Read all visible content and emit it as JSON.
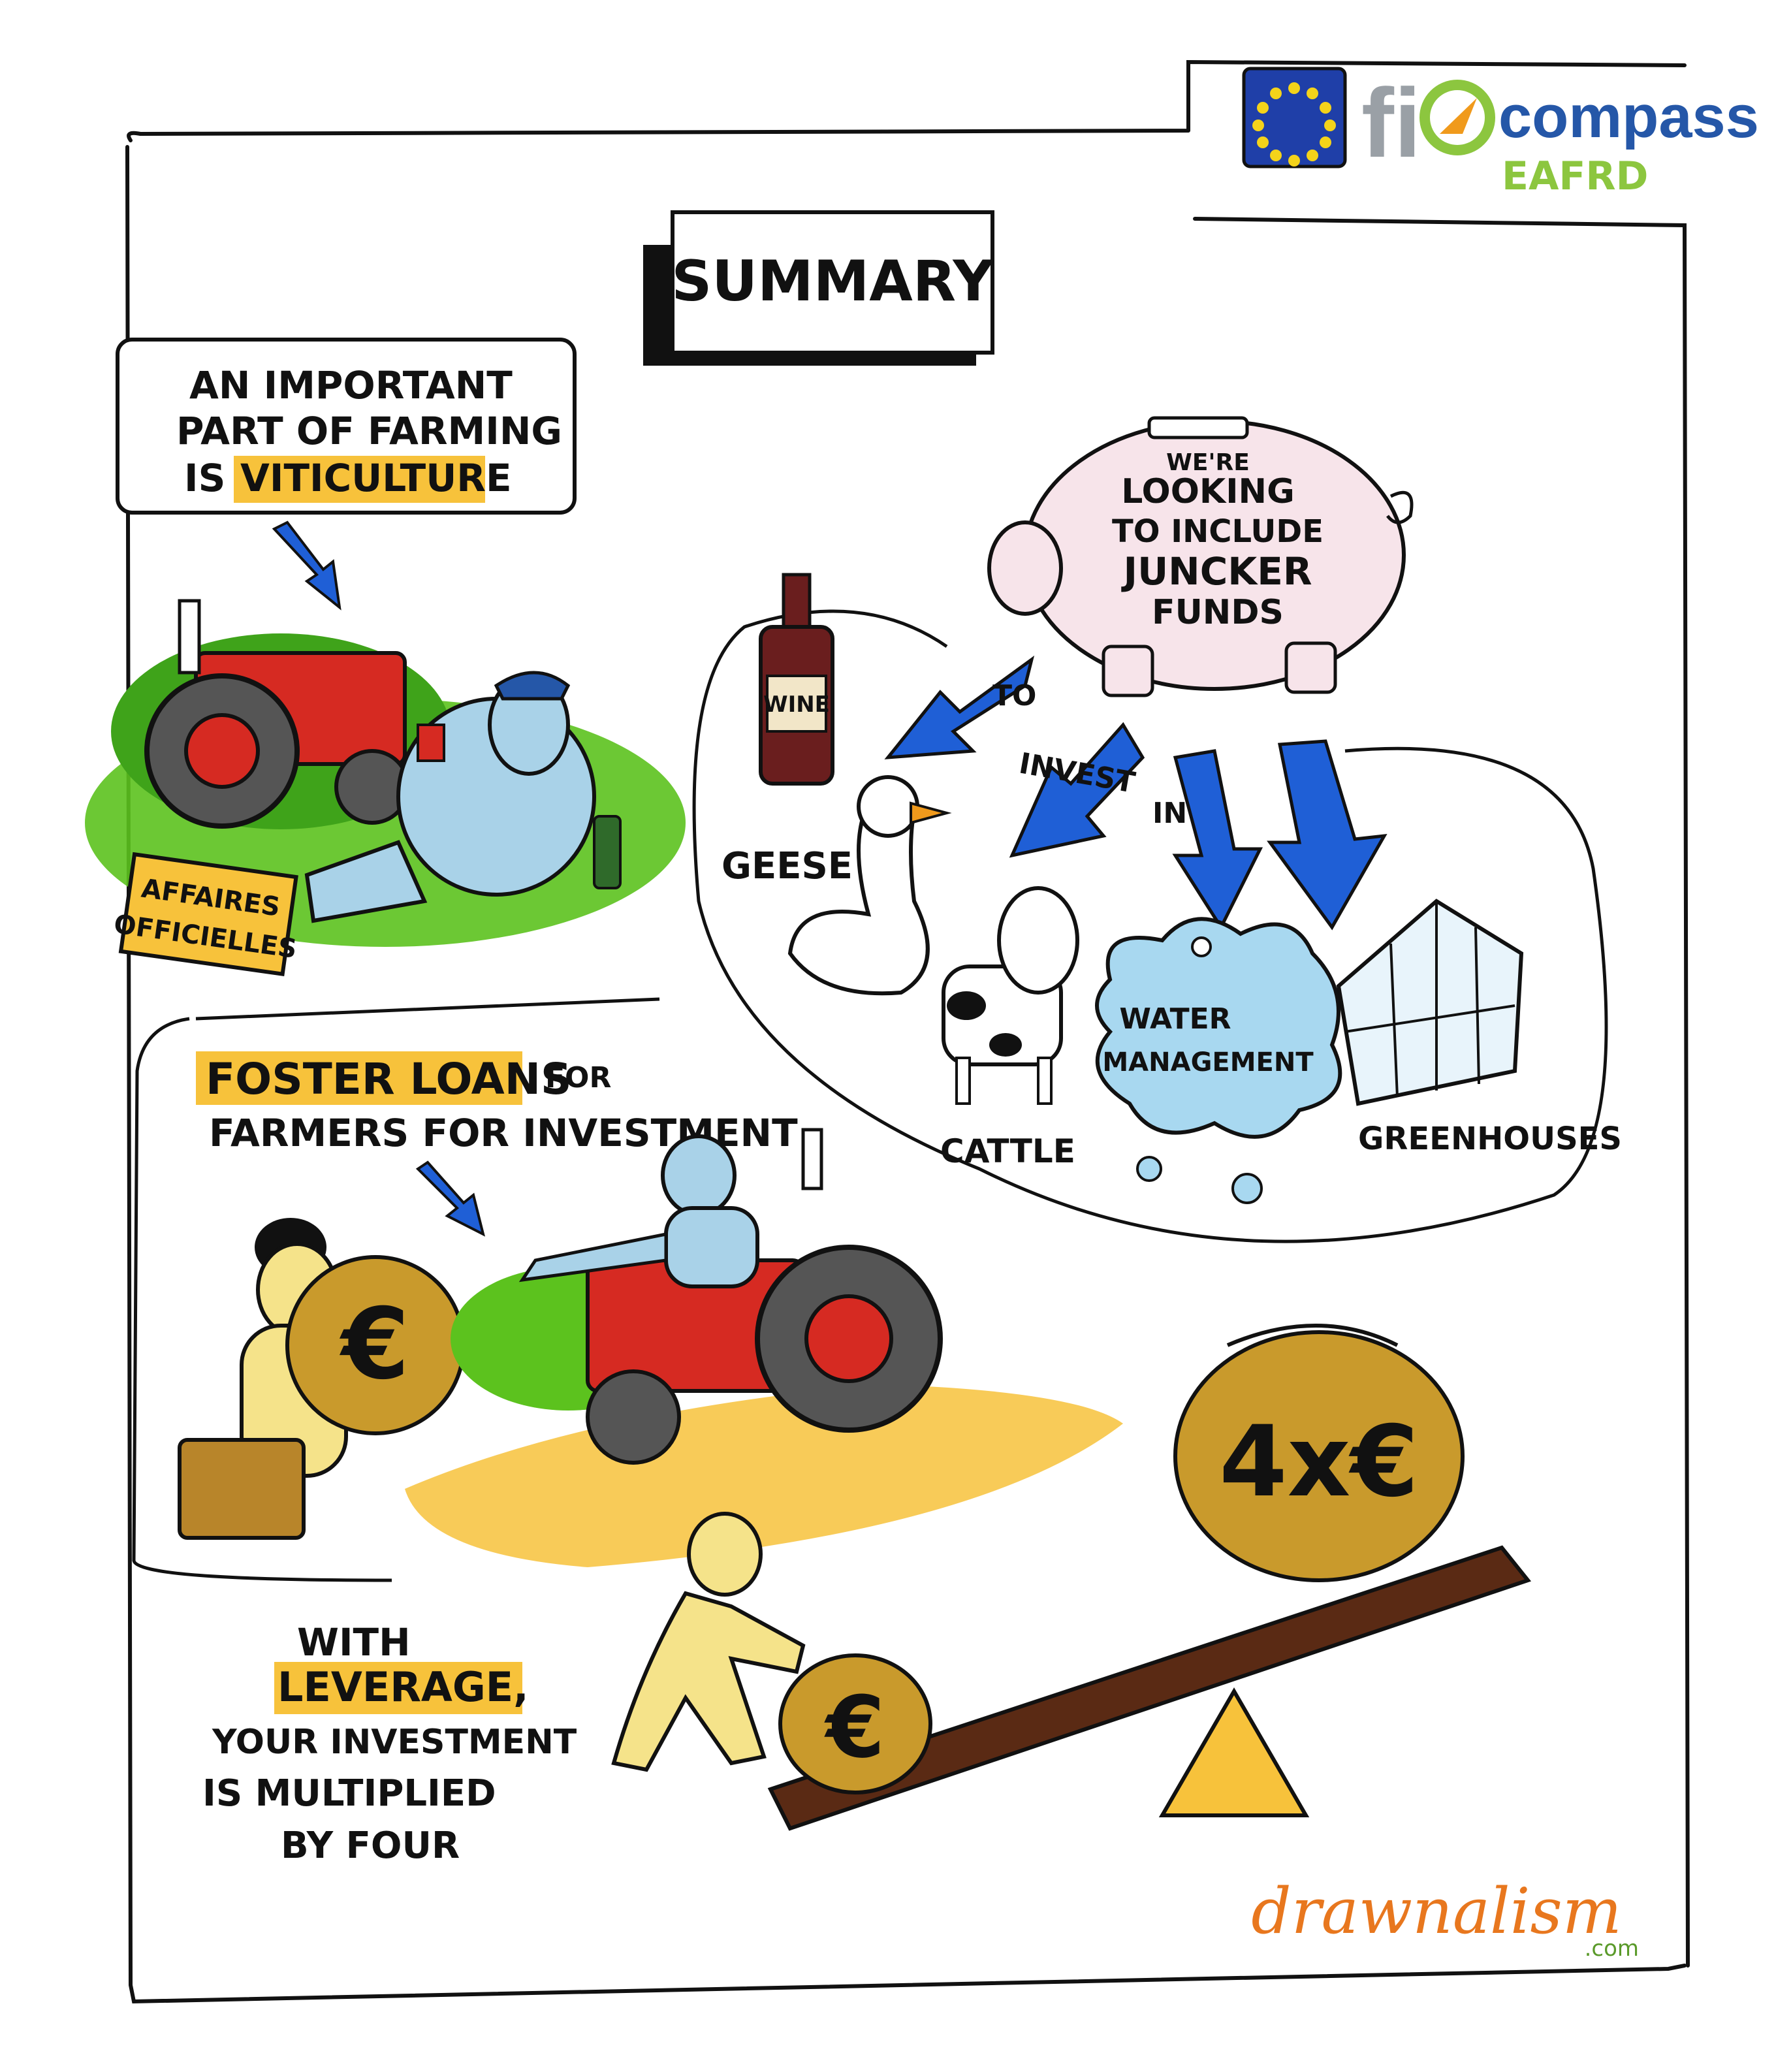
{
  "logo": {
    "brand_fi": "fi",
    "brand_compass": "compass",
    "brand_fund": "EAFRD"
  },
  "title": "SUMMARY",
  "viticulture": {
    "line1": "AN IMPORTANT",
    "line2": "PART OF FARMING",
    "line3_prefix": "IS",
    "highlight": "VITICULTURE"
  },
  "sign": {
    "line1": "AFFAIRES",
    "line2": "OFFICIELLES"
  },
  "piggy_bank": {
    "line1": "WE'RE",
    "line2": "LOOKING",
    "line3": "TO INCLUDE",
    "line4": "JUNCKER",
    "line5": "FUNDS"
  },
  "arrows": {
    "word1": "TO",
    "word2": "INVEST",
    "word3": "IN"
  },
  "bottle_label": "WINE",
  "sectors": {
    "geese": "GEESE",
    "cattle": "CATTLE",
    "water_line1": "WATER",
    "water_line2": "MANAGEMENT",
    "greenhouses": "GREENHOUSES"
  },
  "loans": {
    "highlight": "FOSTER LOANS",
    "line1_suffix": "FOR",
    "line2": "FARMERS FOR INVESTMENT"
  },
  "money": {
    "euro_symbol": "€",
    "big_bag": "4x€"
  },
  "leverage": {
    "line1": "WITH",
    "highlight": "LEVERAGE,",
    "line3": "YOUR INVESTMENT",
    "line4": "IS MULTIPLIED",
    "line5": "BY FOUR"
  },
  "credit": {
    "brand": "drawnalism",
    "suffix": ".com"
  },
  "colors": {
    "eu_blue": "#1f3fa8",
    "eu_star": "#f4d31a",
    "compass_blue": "#2557a8",
    "compass_orange": "#f09a1c",
    "eafrd_green": "#8cc63f",
    "arrow_blue": "#1f5fd6",
    "tractor_red": "#d62a22",
    "grass_green": "#5cc21e",
    "highlight_yellow": "#f7c23b",
    "money_gold": "#c99a2c",
    "plank_brown": "#5a2a14",
    "credit_orange": "#e8771e",
    "credit_green": "#5a9a2a"
  }
}
